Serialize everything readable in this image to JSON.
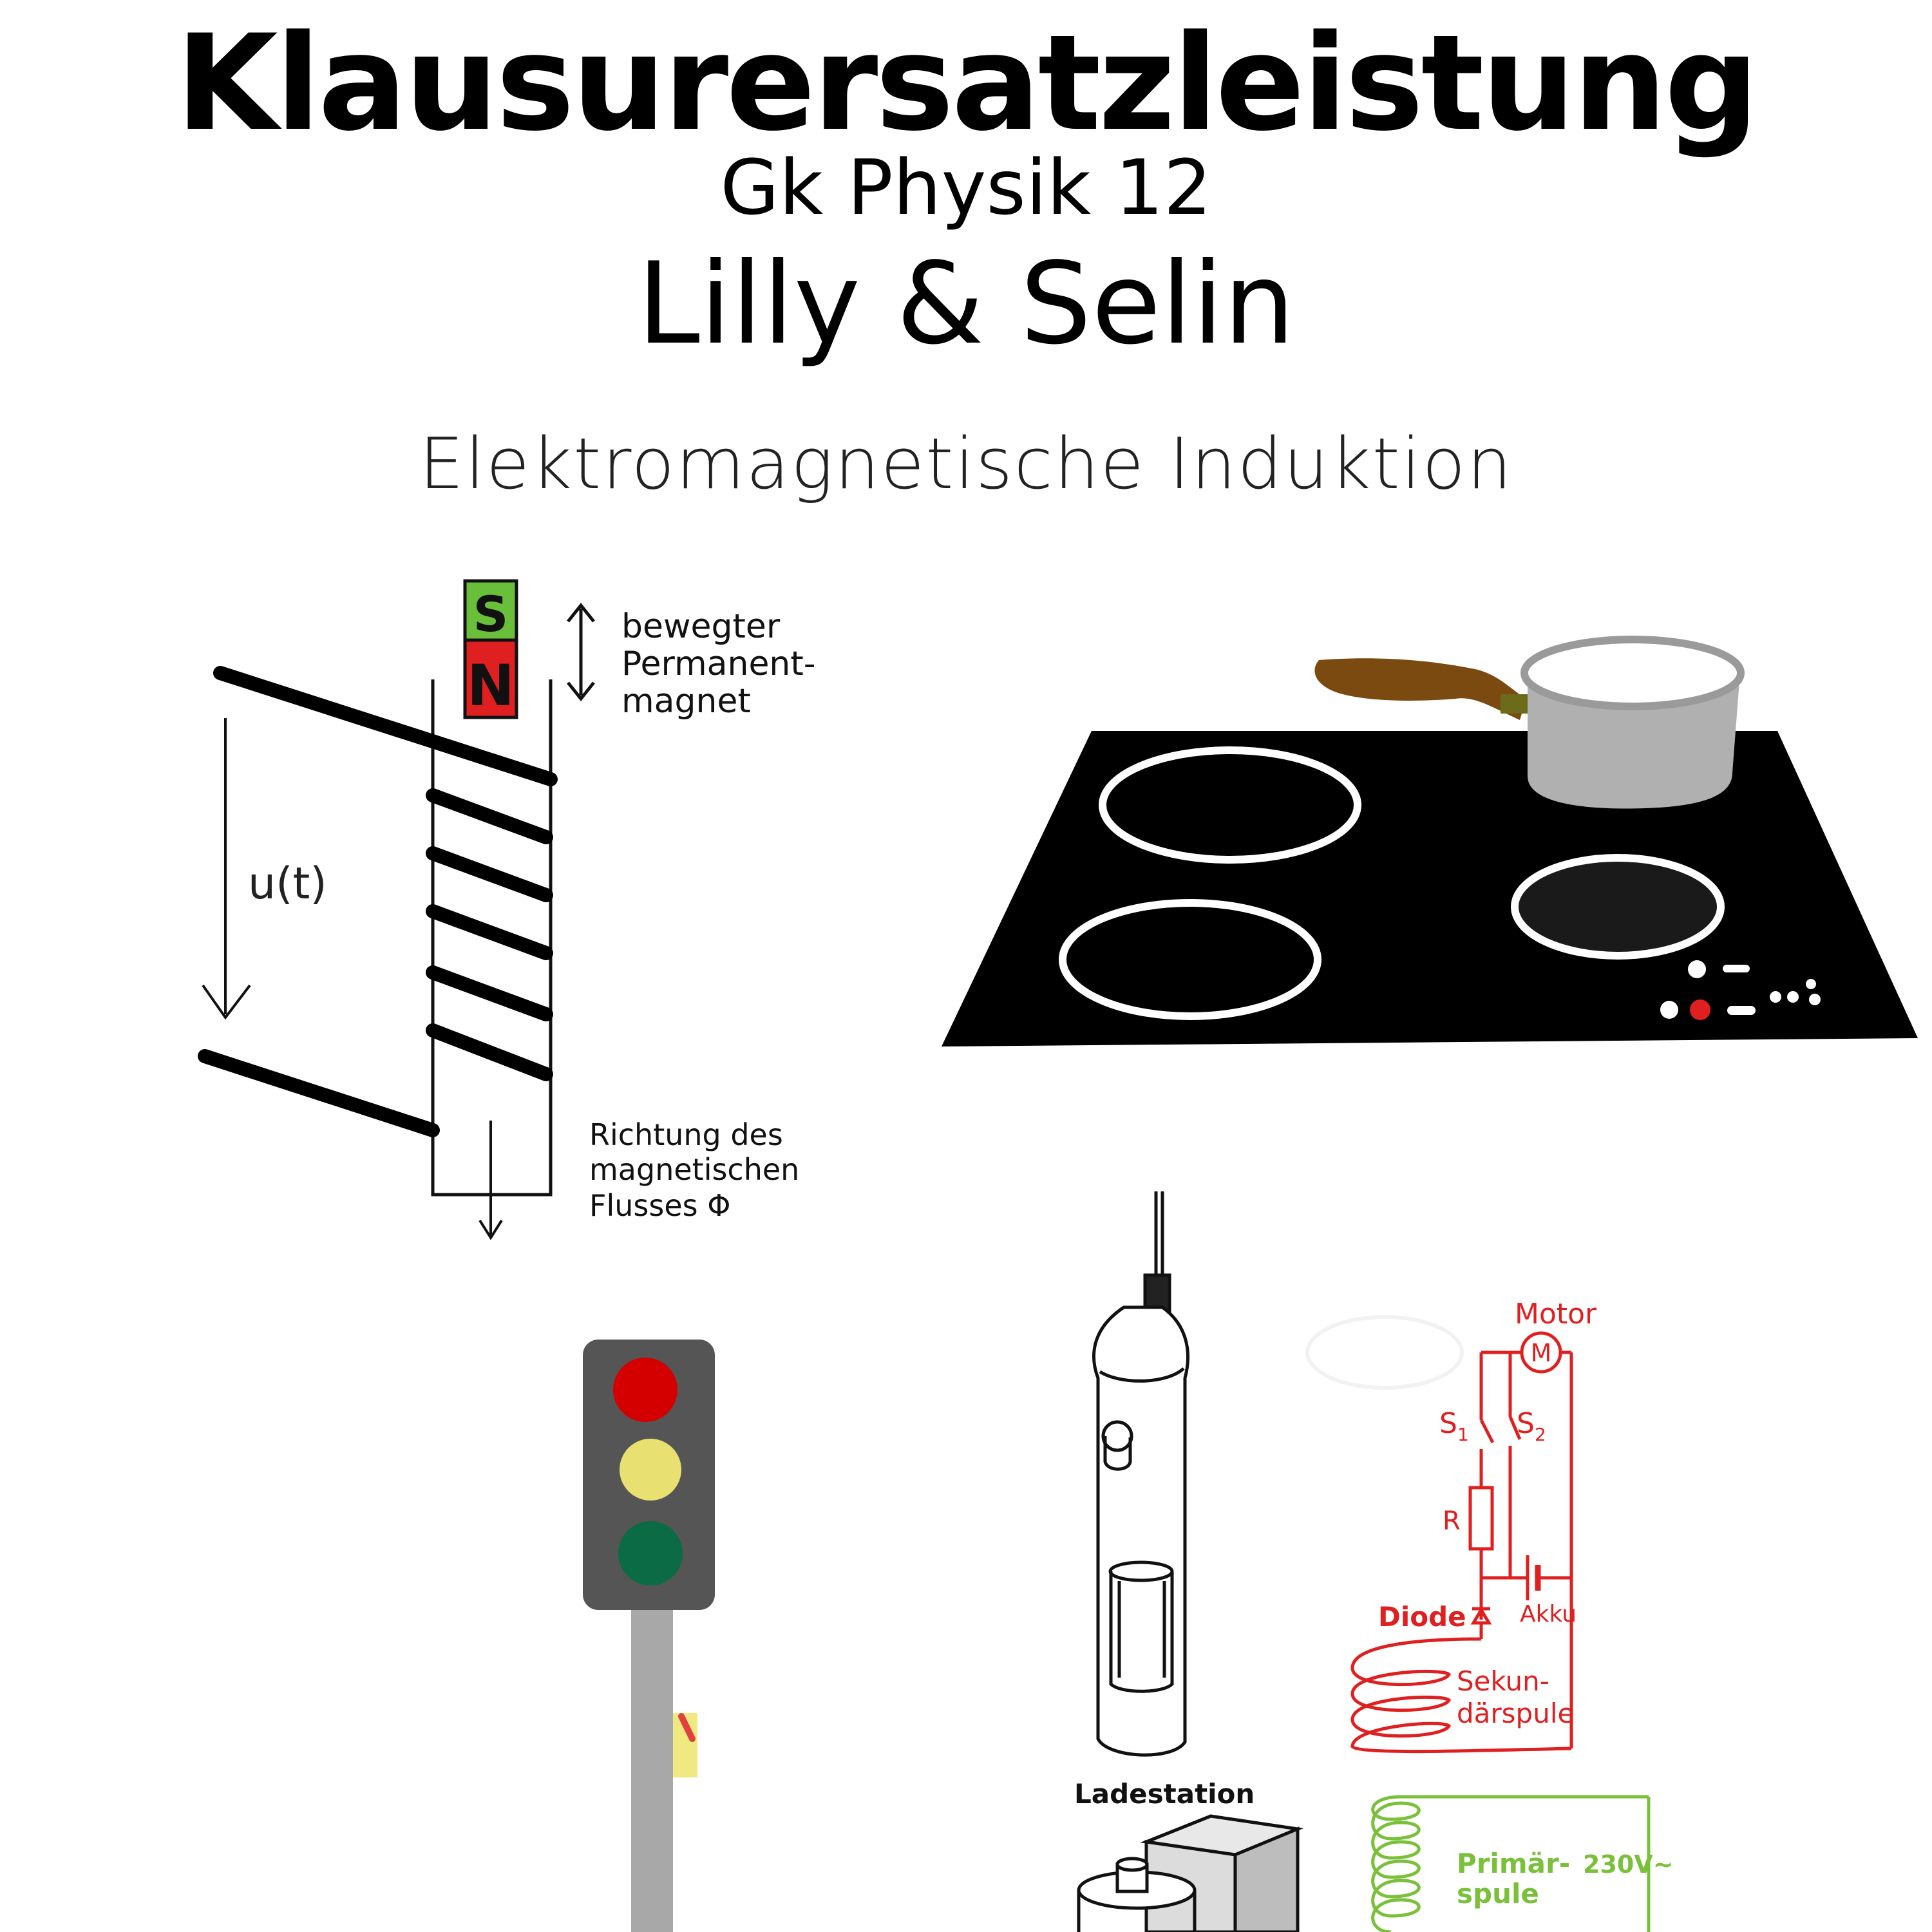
{
  "header": {
    "title": "Klausurersatzleistung",
    "course": "Gk Physik 12",
    "authors": "Lilly & Selin",
    "topic": "Elektromagnetische  Induktion"
  },
  "coil_diagram": {
    "magnet_south": "S",
    "magnet_north": "N",
    "magnet_label": [
      "bewegter",
      "Permanent-",
      "magnet"
    ],
    "voltage_label": "u(t)",
    "flux_label": [
      "Richtung des",
      "magnetischen",
      "Flusses  Φ"
    ]
  },
  "toothbrush_circuit": {
    "motor_label": "Motor",
    "motor_symbol": "M",
    "switch1_label": "S",
    "switch1_sub": "1",
    "switch2_label": "S",
    "switch2_sub": "2",
    "resistor_label": "R",
    "diode_label": "Diode",
    "battery_label": "Akku",
    "secondary_coil_label": [
      "Sekun-",
      "därspule"
    ],
    "charging_station_label": "Ladestation",
    "primary_coil_label": [
      "Primär-",
      "spule"
    ],
    "mains_label": "230V~"
  },
  "colors": {
    "magnet_south": "#6abf3a",
    "magnet_north": "#e02020",
    "stove_top": "#000000",
    "pot": "#b0b0b0",
    "pot_handle": "#7a4a10",
    "traffic_red": "#d40000",
    "traffic_yellow": "#e8e070",
    "traffic_green": "#0a6b45",
    "traffic_housing": "#555555",
    "circuit_red": "#e02020",
    "circuit_green": "#7ac03a"
  }
}
